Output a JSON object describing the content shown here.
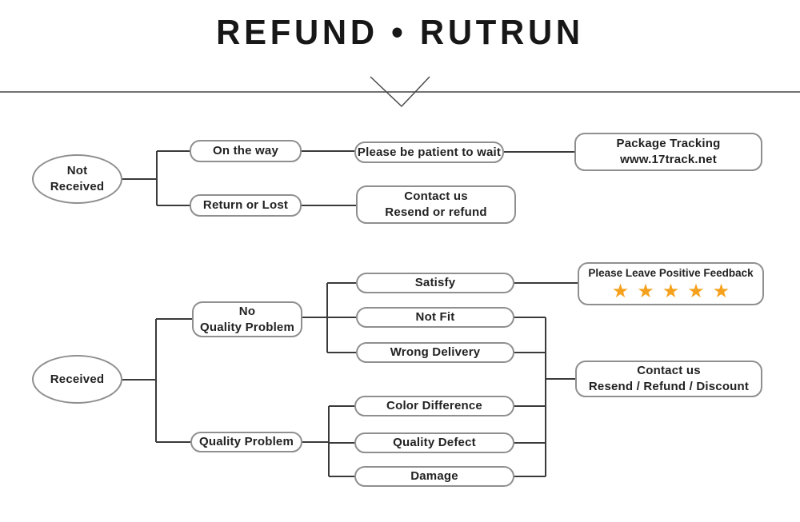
{
  "title": "REFUND • RUTRUN",
  "colors": {
    "star": "#F5A11E",
    "box_border": "#8f8f8f",
    "connector": "#3a3a3a",
    "text": "#222222"
  },
  "flowchart": {
    "not_received_branch": {
      "root": "Not\nReceived",
      "on_the_way": "On the way",
      "please_wait": "Please be patient to wait",
      "package_tracking": "Package Tracking\nwww.17track.net",
      "return_or_lost": "Return or Lost",
      "contact_us": "Contact us\nResend or refund"
    },
    "received_branch": {
      "root": "Received",
      "no_quality_problem": "No\nQuality Problem",
      "satisfy": "Satisfy",
      "not_fit": "Not Fit",
      "wrong_delivery": "Wrong Delivery",
      "feedback_title": "Please Leave Positive Feedback",
      "feedback_stars": "★★★★★",
      "quality_problem": "Quality Problem",
      "color_difference": "Color Difference",
      "quality_defect": "Quality Defect",
      "damage": "Damage",
      "contact_us": "Contact us\nResend / Refund / Discount"
    }
  }
}
